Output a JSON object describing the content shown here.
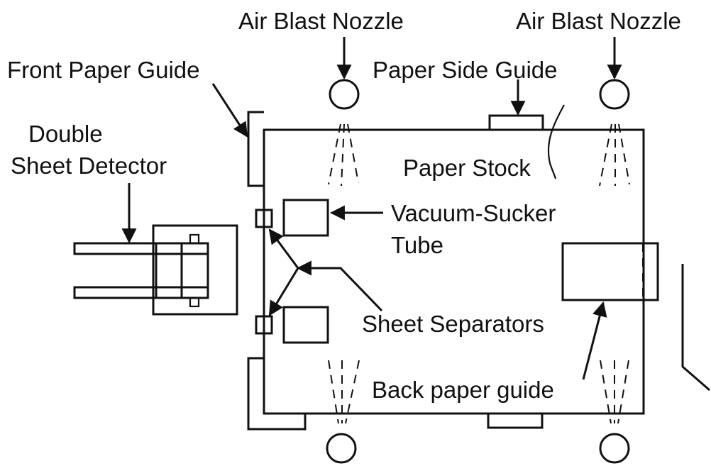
{
  "labels": {
    "air_blast_nozzle_left": "Air Blast Nozzle",
    "air_blast_nozzle_right": "Air Blast Nozzle",
    "front_paper_guide": "Front Paper Guide",
    "paper_side_guide": "Paper Side Guide",
    "double_sheet_detector_line1": "Double",
    "double_sheet_detector_line2": "Sheet Detector",
    "paper_stock": "Paper Stock",
    "vacuum_sucker_tube_line1": "Vacuum-Sucker",
    "vacuum_sucker_tube_line2": "Tube",
    "sheet_separators": "Sheet Separators",
    "back_paper_guide": "Back paper guide"
  },
  "colors": {
    "ink": "#111111",
    "background": "#ffffff"
  }
}
